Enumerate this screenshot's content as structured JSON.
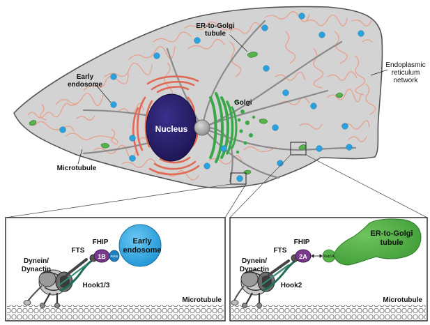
{
  "colors": {
    "cell_fill": "#d3d3d3",
    "cell_stroke": "#555555",
    "er": "#e8a08d",
    "golgi": "#3aa84a",
    "endosome": "#29a3e0",
    "nucleus": "#2a1f6e",
    "nucleus_er": "#e06a55",
    "fhip": "#7a3a8e",
    "rab5": "#1e7fbf",
    "tubule": "#56b24a",
    "microtubule_line": "#8a8a8a",
    "hook": "#1f6b5a"
  },
  "labels": {
    "er_to_golgi_tubule": [
      "ER-to-Golgi",
      "tubule"
    ],
    "early_endosome": [
      "Early",
      "endosome"
    ],
    "er_network": [
      "Endoplasmic",
      "reticulum",
      "network"
    ],
    "golgi": "Golgi",
    "nucleus": "Nucleus",
    "microtubule": "Microtubule"
  },
  "left_panel": {
    "fhip": "FHIP",
    "fts": "FTS",
    "fhip_isoform": "1B",
    "rab": "Rab5",
    "cargo": [
      "Early",
      "endosome"
    ],
    "motor": [
      "Dynein/",
      "Dynactin"
    ],
    "hook": "Hook1/3",
    "track": "Microtubule"
  },
  "right_panel": {
    "fhip": "FHIP",
    "fts": "FTS",
    "fhip_isoform": "2A",
    "rab": "Rab1A",
    "cargo": [
      "ER-to-Golgi",
      "tubule"
    ],
    "motor": [
      "Dynein/",
      "Dynactin"
    ],
    "hook": "Hook2",
    "track": "Microtubule"
  }
}
